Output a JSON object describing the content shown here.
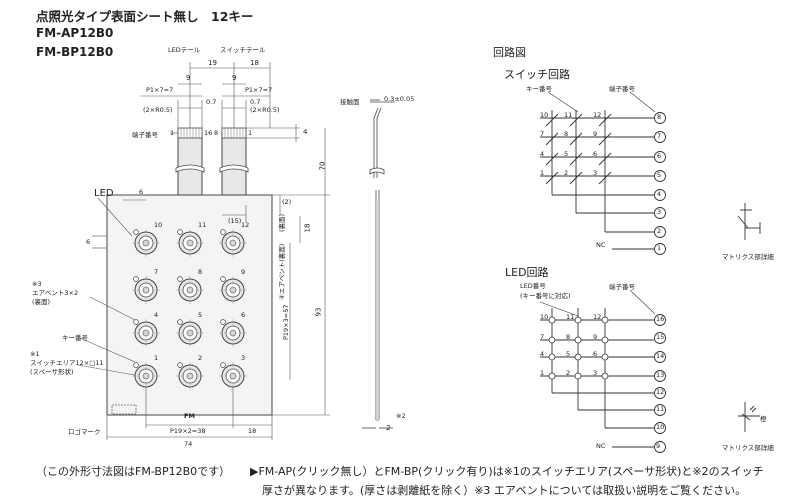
{
  "header": {
    "title": "点照光タイプ表面シート無し　12キー",
    "model_ap": "FM-AP12B0",
    "model_bp": "FM-BP12B0"
  },
  "panel": {
    "led_tail_label": "LEDテール",
    "switch_tail_label": "スイッチテール",
    "dim_19_top": "19",
    "dim_18_top": "18",
    "dim_9_left": "9",
    "dim_9_right": "9",
    "pitch_left": "P1×7=7",
    "pitch_right": "P1×7=7",
    "r_left": "(2×R0.5)",
    "r_right": "(2×R0.5)",
    "dim_07_left": "0.7",
    "dim_07_right": "0.7",
    "terminal_label": "端子番号",
    "term_1": "1",
    "term_16": "16",
    "term_8": "8",
    "term_1b": "1",
    "dim_4": "4",
    "dim_70": "70",
    "dim_2": "(2)",
    "dim_15": "(15)",
    "dim_18_right": "18",
    "led_label": "LED",
    "dim_6_top": "6",
    "dim_6_left": "6",
    "air_vent_side": "④エアベント(裏面)",
    "air_vent_small": "(裏面)",
    "p19_label": "P19×3=57",
    "dim_93": "93",
    "note3_label": "※3\nエアベント3×2\n(裏面)",
    "key_no_label": "キー番号",
    "note1_label": "※1\nスイッチエリア12×□11\n(スペーサ形状)",
    "logo_mark": "ロゴマーク",
    "fm_label": "FM",
    "p19_bottom": "P19×2=38",
    "dim_18_bottom": "18",
    "dim_74": "74",
    "keys": [
      "10",
      "11",
      "12",
      "7",
      "8",
      "9",
      "4",
      "5",
      "6",
      "1",
      "2",
      "3"
    ],
    "key_4_sub": "4"
  },
  "side": {
    "contact_label": "接触面",
    "thickness": "0.3±0.05",
    "dim_2": "2",
    "note2": "※2"
  },
  "circuit": {
    "title": "回路図",
    "switch_title": "スイッチ回路",
    "key_no": "キー番号",
    "terminal_no": "端子番号",
    "sw_keys": [
      "10",
      "11",
      "12",
      "7",
      "8",
      "9",
      "4",
      "5",
      "6",
      "1",
      "2",
      "3"
    ],
    "sw_terms": [
      "8",
      "7",
      "6",
      "5",
      "4",
      "3",
      "2",
      "1"
    ],
    "nc": "NC",
    "matrix_detail": "マトリクス部詳細",
    "led_title": "LED回路",
    "led_no": "LED番号\n(キー番号に対応)",
    "led_terminal_no": "端子番号",
    "led_keys": [
      "10",
      "11",
      "12",
      "7",
      "8",
      "9",
      "4",
      "5",
      "6",
      "1",
      "2",
      "3"
    ],
    "led_terms": [
      "16",
      "15",
      "14",
      "13",
      "12",
      "11",
      "10",
      "9"
    ],
    "nc2": "NC",
    "cathode": "橙",
    "matrix_detail2": "マトリクス部詳細"
  },
  "footer": {
    "note_left": "（この外形寸法図はFM-BP12B0です）",
    "note_right_1": "▶FM-AP(クリック無し）とFM-BP(クリック有り)は※1のスイッチエリア(スペーサ形状)と※2のスイッチ",
    "note_right_2": "厚さが異なります。(厚さは剥離紙を除く）※3 エアベントについては取扱い説明をご覧ください。"
  }
}
